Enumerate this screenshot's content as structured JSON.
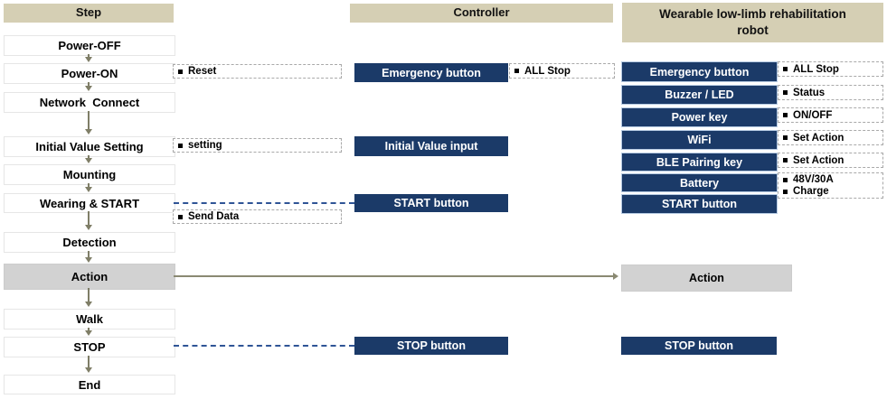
{
  "step_column": {
    "header": "Step",
    "items": [
      "Power-OFF",
      "Power-ON",
      "Network  Connect",
      "Initial Value Setting",
      "Mounting",
      "Wearing & START",
      "Detection",
      "Action",
      "Walk",
      "STOP",
      "End"
    ],
    "notes": [
      "Reset",
      "setting",
      "Send Data"
    ]
  },
  "controller_column": {
    "header": "Controller",
    "buttons": [
      "Emergency button",
      "Initial Value input",
      "START button",
      "STOP button"
    ],
    "notes": [
      "ALL Stop"
    ]
  },
  "robot_column": {
    "header": "Wearable low-limb rehabilitation robot",
    "buttons": [
      "Emergency button",
      "Buzzer / LED",
      "Power key",
      "WiFi",
      "BLE Pairing key",
      "Battery",
      "START button"
    ],
    "notes": [
      "ALL Stop",
      "Status",
      "ON/OFF",
      "Set Action",
      "Set Action"
    ],
    "battery_notes": [
      "48V/30A",
      "Charge"
    ],
    "action": "Action",
    "stop_button": "STOP button"
  },
  "colors": {
    "header_bg": "#D5CFB4",
    "button_navy": "#1B3A68",
    "action_gray": "#D2D2D2",
    "flow_arrow_olive": "#7F7E67",
    "signal_line_blue": "#2F5496"
  }
}
